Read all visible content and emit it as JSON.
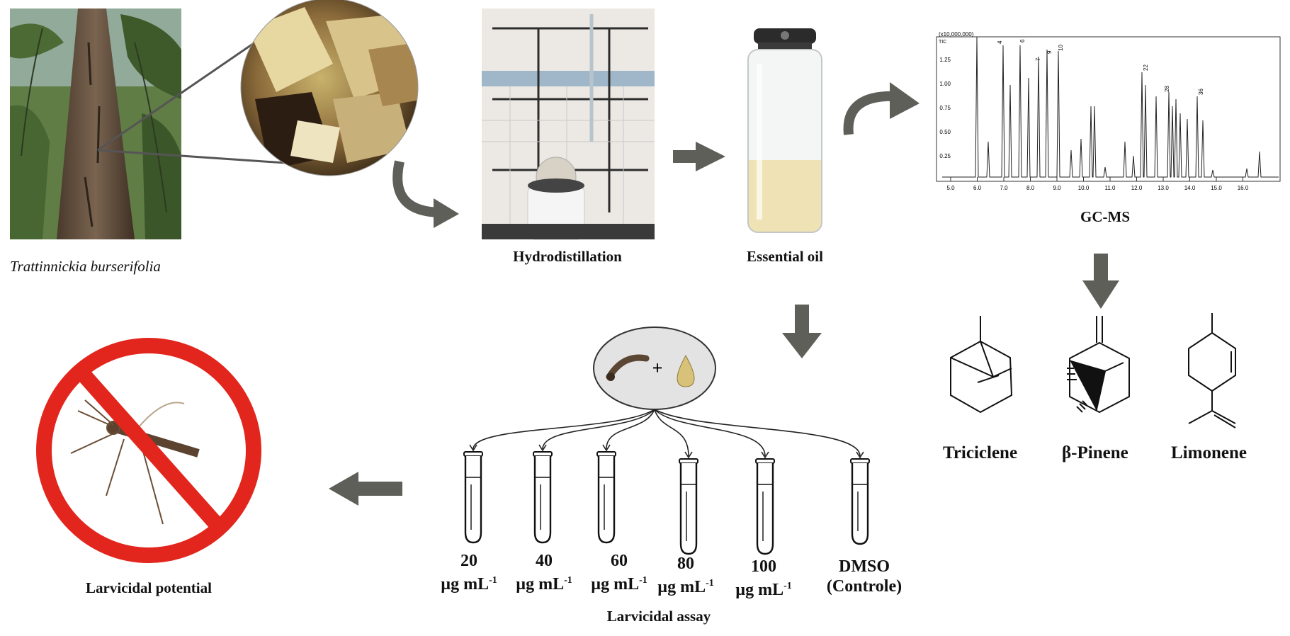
{
  "labels": {
    "species": "Trattinnickia burserifolia",
    "hydrodistillation": "Hydrodistillation",
    "essential_oil": "Essential oil",
    "gcms": "GC-MS",
    "larvicidal_potential": "Larvicidal potential",
    "larvicidal_assay": "Larvicidal assay"
  },
  "assay": {
    "plus": "+",
    "concentrations": [
      {
        "value": "20",
        "unit": "µg mL",
        "exp": "-1"
      },
      {
        "value": "40",
        "unit": "µg mL",
        "exp": "-1"
      },
      {
        "value": "60",
        "unit": "µg mL",
        "exp": "-1"
      },
      {
        "value": "80",
        "unit": "µg mL",
        "exp": "-1"
      },
      {
        "value": "100",
        "unit": "µg mL",
        "exp": "-1"
      }
    ],
    "control": {
      "line1": "DMSO",
      "line2": "(Controle)"
    }
  },
  "molecules": [
    "Triciclene",
    "β-Pinene",
    "Limonene"
  ],
  "chromatogram": {
    "scale_label": "(x10,000,000)",
    "tic_label": "TIC",
    "y_ticks": [
      "1.25",
      "1.00",
      "0.75",
      "0.50",
      "0.25"
    ],
    "x_ticks": [
      "5.0",
      "6.0",
      "7.0",
      "8.0",
      "9.0",
      "10.0",
      "11.0",
      "12.0",
      "13.0",
      "14.0",
      "15.0",
      "16.0"
    ],
    "peak_labels": [
      "4",
      "6",
      "7",
      "9",
      "10",
      "22",
      "28",
      "36"
    ]
  },
  "colors": {
    "arrow": "#5d5f58",
    "prohibition": "#e2261d",
    "oil": "#efe3b5",
    "ellipse_fill": "#e3e3e3"
  }
}
